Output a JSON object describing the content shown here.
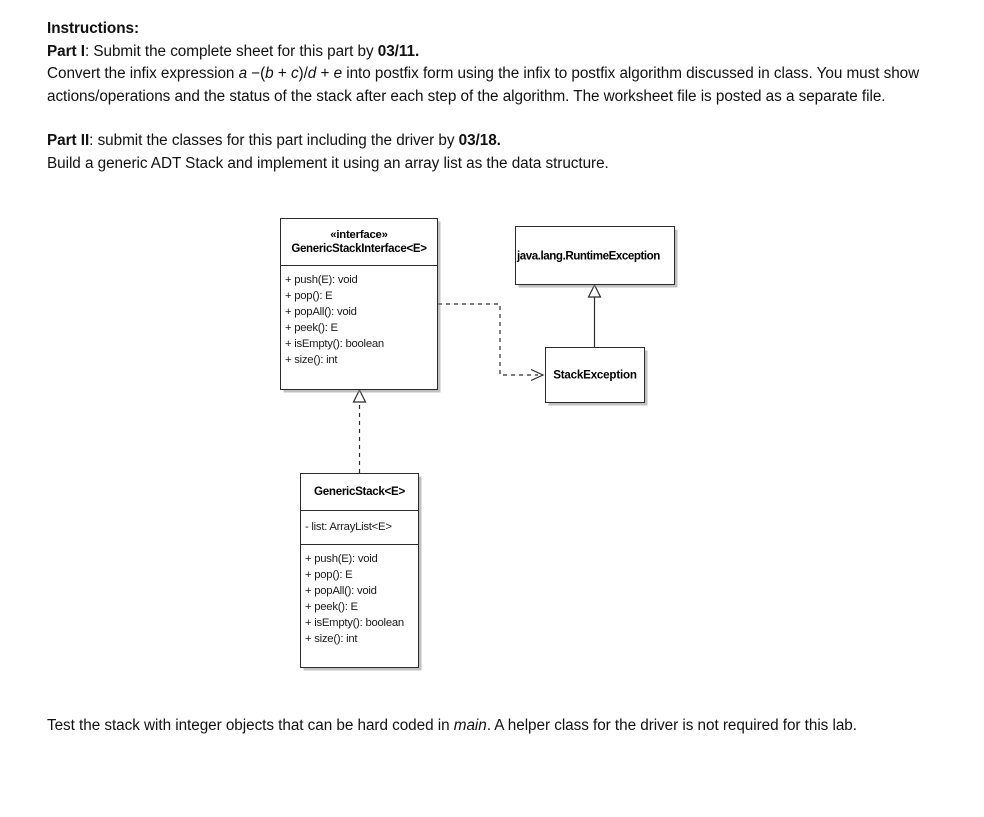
{
  "document": {
    "heading": "Instructions:",
    "part1": {
      "label": "Part I",
      "intro_rest": ": Submit the complete sheet for this part by ",
      "due_date": "03/11.",
      "body_pre": "Convert the infix expression ",
      "expr_a": "a",
      "expr_op1": " −(",
      "expr_b": "b",
      "expr_plus": " + ",
      "expr_c": "c",
      "expr_div": ")/",
      "expr_d": "d",
      "expr_plus2": " + ",
      "expr_e": "e",
      "body_post": " into postfix form using the infix to postfix algorithm discussed in class. You must show actions/operations and the status of the stack after each step of the algorithm. The worksheet file is posted as a separate file."
    },
    "part2": {
      "label": "Part II",
      "intro_rest": ": submit the classes for this part including the driver by ",
      "due_date": "03/18.",
      "body": "Build a generic ADT Stack and implement it using an array list as the data structure."
    },
    "closing": {
      "pre": "Test the stack with integer objects that can be hard coded in ",
      "emphasis": "main",
      "post": ". A helper class for the driver is not required for this lab."
    }
  },
  "diagram": {
    "interface_class": {
      "stereotype": "«interface»",
      "name": "GenericStackInterface<E>",
      "methods": [
        "+ push(E): void",
        "+ pop(): E",
        "+ popAll(): void",
        "+ peek(): E",
        "+ isEmpty(): boolean",
        "+ size(): int"
      ]
    },
    "runtime_exception_class": {
      "name": "java.lang.RuntimeException"
    },
    "stack_exception_class": {
      "name": "StackException"
    },
    "generic_stack_class": {
      "name": "GenericStack<E>",
      "attributes": [
        "- list: ArrayList<E>"
      ],
      "methods": [
        "+ push(E): void",
        "+ pop(): E",
        "+ popAll(): void",
        "+ peek(): E",
        "+ isEmpty(): boolean",
        "+ size(): int"
      ]
    },
    "connectors": {
      "realization_label": "realization-dashed-hollow-triangle",
      "generalization_label": "generalization-solid-hollow-triangle",
      "dependency_label": "dependency-dashed-open-arrow"
    },
    "colors": {
      "line": "#2b2b2b",
      "shadow": "#8c8c8c",
      "text": "#111111"
    }
  }
}
